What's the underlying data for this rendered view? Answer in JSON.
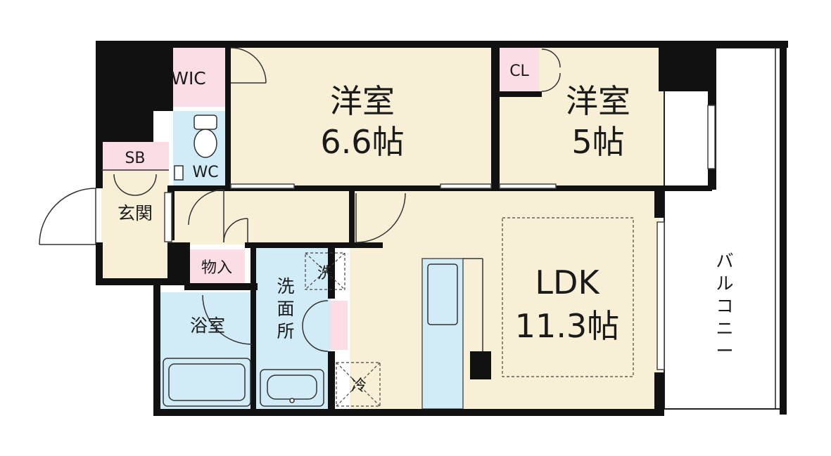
{
  "rooms": {
    "western_large": {
      "name": "洋室",
      "size": "6.6帖"
    },
    "western_small": {
      "name": "洋室",
      "size": "5帖"
    },
    "ldk": {
      "name": "LDK",
      "size": "11.3帖"
    },
    "wic": "WIC",
    "cl": "CL",
    "sb": "SB",
    "wc": "WC",
    "entrance": "玄関",
    "storage": "物入",
    "bathroom": "浴室",
    "washroom": [
      "洗",
      "面",
      "所"
    ],
    "washer": "洗",
    "fridge": "冷",
    "balcony": [
      "バ",
      "ル",
      "コ",
      "ニ",
      "ー"
    ]
  },
  "colors": {
    "room_fill": "#f8f0d6",
    "pink": "#fbdde6",
    "blue": "#d2ecf7",
    "wall": "#111111"
  }
}
